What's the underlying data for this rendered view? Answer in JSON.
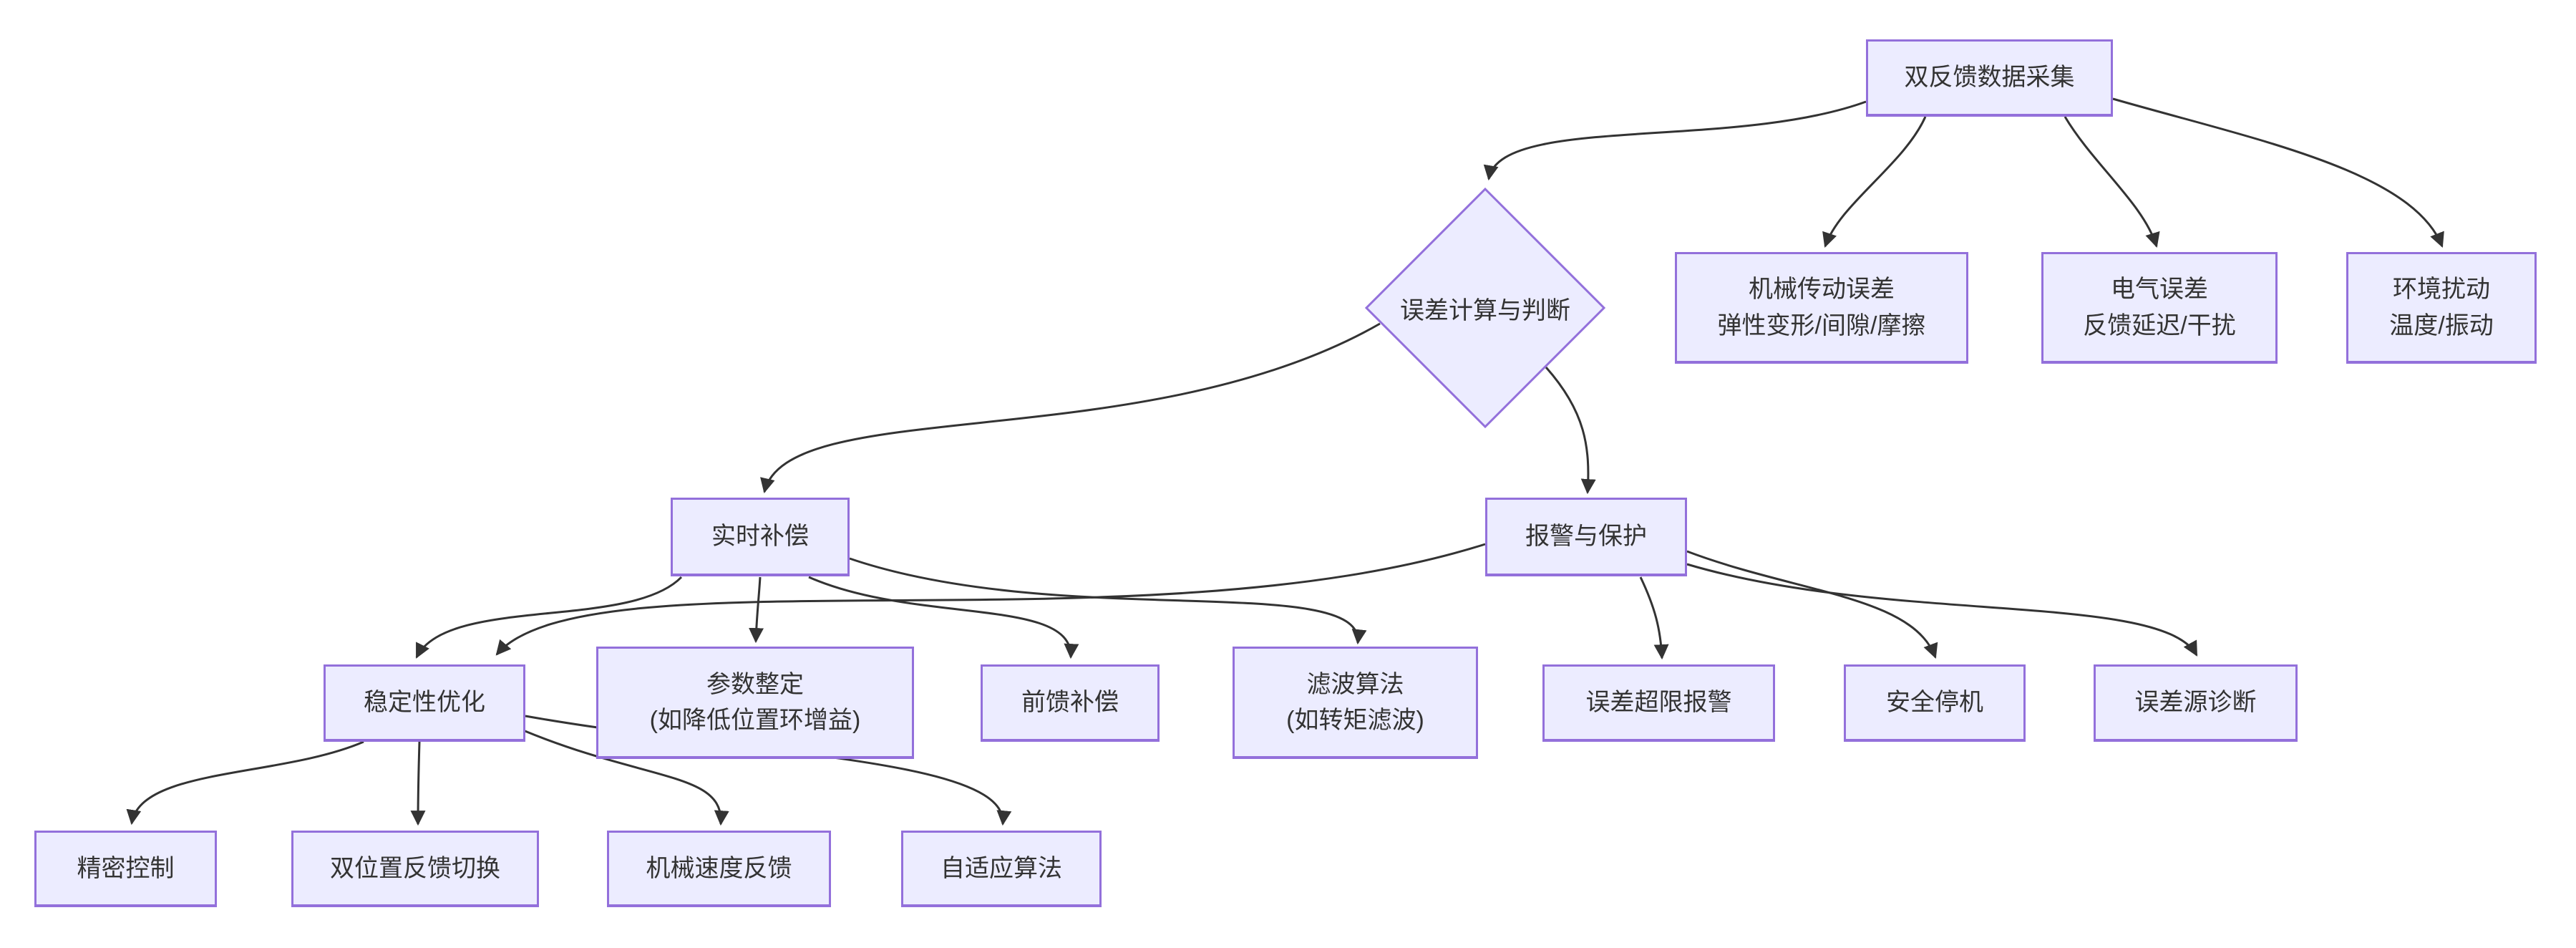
{
  "diagram": {
    "type": "flowchart",
    "colors": {
      "background": "#ffffff",
      "node_fill": "#ECECFF",
      "node_border": "#9370DB",
      "edge": "#333333",
      "text": "#333333"
    },
    "nodes": [
      {
        "id": "data-acquisition",
        "shape": "rect",
        "label": "双反馈数据采集"
      },
      {
        "id": "error-judgement",
        "shape": "diamond",
        "label": "误差计算与判断"
      },
      {
        "id": "mechanical-error",
        "shape": "rect",
        "label": "机械传动误差",
        "sublabel": "弹性变形/间隙/摩擦"
      },
      {
        "id": "electrical-error",
        "shape": "rect",
        "label": "电气误差",
        "sublabel": "反馈延迟/干扰"
      },
      {
        "id": "environment-disturbance",
        "shape": "rect",
        "label": "环境扰动",
        "sublabel": "温度/振动"
      },
      {
        "id": "realtime-compensation",
        "shape": "rect",
        "label": "实时补偿"
      },
      {
        "id": "alarm-protection",
        "shape": "rect",
        "label": "报警与保护"
      },
      {
        "id": "stability-optimization",
        "shape": "rect",
        "label": "稳定性优化"
      },
      {
        "id": "parameter-tuning",
        "shape": "rect",
        "label": "参数整定",
        "sublabel": "(如降低位置环增益)"
      },
      {
        "id": "feedforward-compensation",
        "shape": "rect",
        "label": "前馈补偿"
      },
      {
        "id": "filter-algorithm",
        "shape": "rect",
        "label": "滤波算法",
        "sublabel": "(如转矩滤波)"
      },
      {
        "id": "error-limit-alarm",
        "shape": "rect",
        "label": "误差超限报警"
      },
      {
        "id": "safe-stop",
        "shape": "rect",
        "label": "安全停机"
      },
      {
        "id": "error-source-diagnosis",
        "shape": "rect",
        "label": "误差源诊断"
      },
      {
        "id": "precision-control",
        "shape": "rect",
        "label": "精密控制"
      },
      {
        "id": "dual-position-feedback-switch",
        "shape": "rect",
        "label": "双位置反馈切换"
      },
      {
        "id": "mechanical-speed-feedback",
        "shape": "rect",
        "label": "机械速度反馈"
      },
      {
        "id": "adaptive-algorithm",
        "shape": "rect",
        "label": "自适应算法"
      }
    ],
    "edges": [
      {
        "from": "data-acquisition",
        "to": "error-judgement"
      },
      {
        "from": "data-acquisition",
        "to": "mechanical-error"
      },
      {
        "from": "data-acquisition",
        "to": "electrical-error"
      },
      {
        "from": "data-acquisition",
        "to": "environment-disturbance"
      },
      {
        "from": "error-judgement",
        "to": "realtime-compensation"
      },
      {
        "from": "error-judgement",
        "to": "alarm-protection"
      },
      {
        "from": "realtime-compensation",
        "to": "stability-optimization"
      },
      {
        "from": "realtime-compensation",
        "to": "parameter-tuning"
      },
      {
        "from": "realtime-compensation",
        "to": "feedforward-compensation"
      },
      {
        "from": "realtime-compensation",
        "to": "filter-algorithm"
      },
      {
        "from": "alarm-protection",
        "to": "stability-optimization"
      },
      {
        "from": "alarm-protection",
        "to": "error-limit-alarm"
      },
      {
        "from": "alarm-protection",
        "to": "safe-stop"
      },
      {
        "from": "alarm-protection",
        "to": "error-source-diagnosis"
      },
      {
        "from": "stability-optimization",
        "to": "precision-control"
      },
      {
        "from": "stability-optimization",
        "to": "dual-position-feedback-switch"
      },
      {
        "from": "stability-optimization",
        "to": "mechanical-speed-feedback"
      },
      {
        "from": "stability-optimization",
        "to": "adaptive-algorithm"
      }
    ]
  }
}
